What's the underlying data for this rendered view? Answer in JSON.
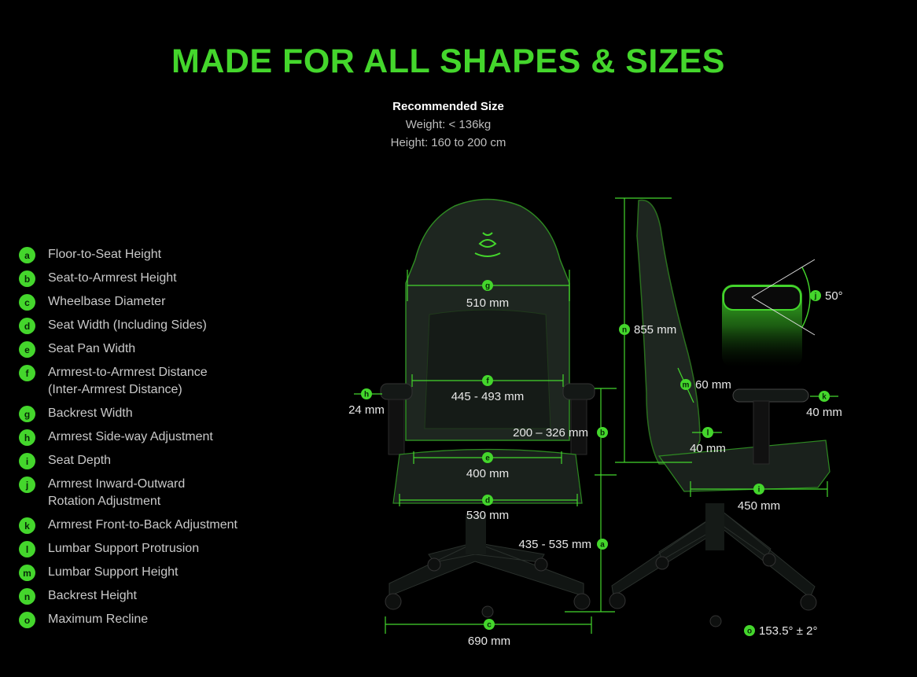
{
  "title": "MADE FOR ALL SHAPES & SIZES",
  "recommended": {
    "heading": "Recommended Size",
    "weight": "Weight: < 136kg",
    "height": "Height: 160 to 200 cm"
  },
  "legend": [
    {
      "key": "a",
      "label": "Floor-to-Seat Height"
    },
    {
      "key": "b",
      "label": "Seat-to-Armrest Height"
    },
    {
      "key": "c",
      "label": "Wheelbase Diameter"
    },
    {
      "key": "d",
      "label": "Seat Width (Including Sides)"
    },
    {
      "key": "e",
      "label": "Seat Pan Width"
    },
    {
      "key": "f",
      "label": "Armrest-to-Armrest Distance\n(Inter-Armrest Distance)"
    },
    {
      "key": "g",
      "label": "Backrest Width"
    },
    {
      "key": "h",
      "label": "Armrest Side-way Adjustment"
    },
    {
      "key": "i",
      "label": "Seat Depth"
    },
    {
      "key": "j",
      "label": "Armrest Inward-Outward\nRotation Adjustment"
    },
    {
      "key": "k",
      "label": "Armrest Front-to-Back Adjustment"
    },
    {
      "key": "l",
      "label": "Lumbar Support Protrusion"
    },
    {
      "key": "m",
      "label": "Lumbar Support Height"
    },
    {
      "key": "n",
      "label": "Backrest Height"
    },
    {
      "key": "o",
      "label": "Maximum Recline"
    }
  ],
  "measurements": {
    "g": "510 mm",
    "f": "445 - 493 mm",
    "e": "400 mm",
    "d": "530 mm",
    "c": "690 mm",
    "h": "24 mm",
    "b": "200 – 326 mm",
    "a": "435 - 535 mm",
    "n": "855 mm",
    "m": "60 mm",
    "l": "40 mm",
    "k": "40 mm",
    "i": "450 mm",
    "j": "50°",
    "o": "153.5° ± 2°"
  },
  "colors": {
    "accent": "#44d62c",
    "background": "#000000",
    "chair": "#1e2620"
  }
}
